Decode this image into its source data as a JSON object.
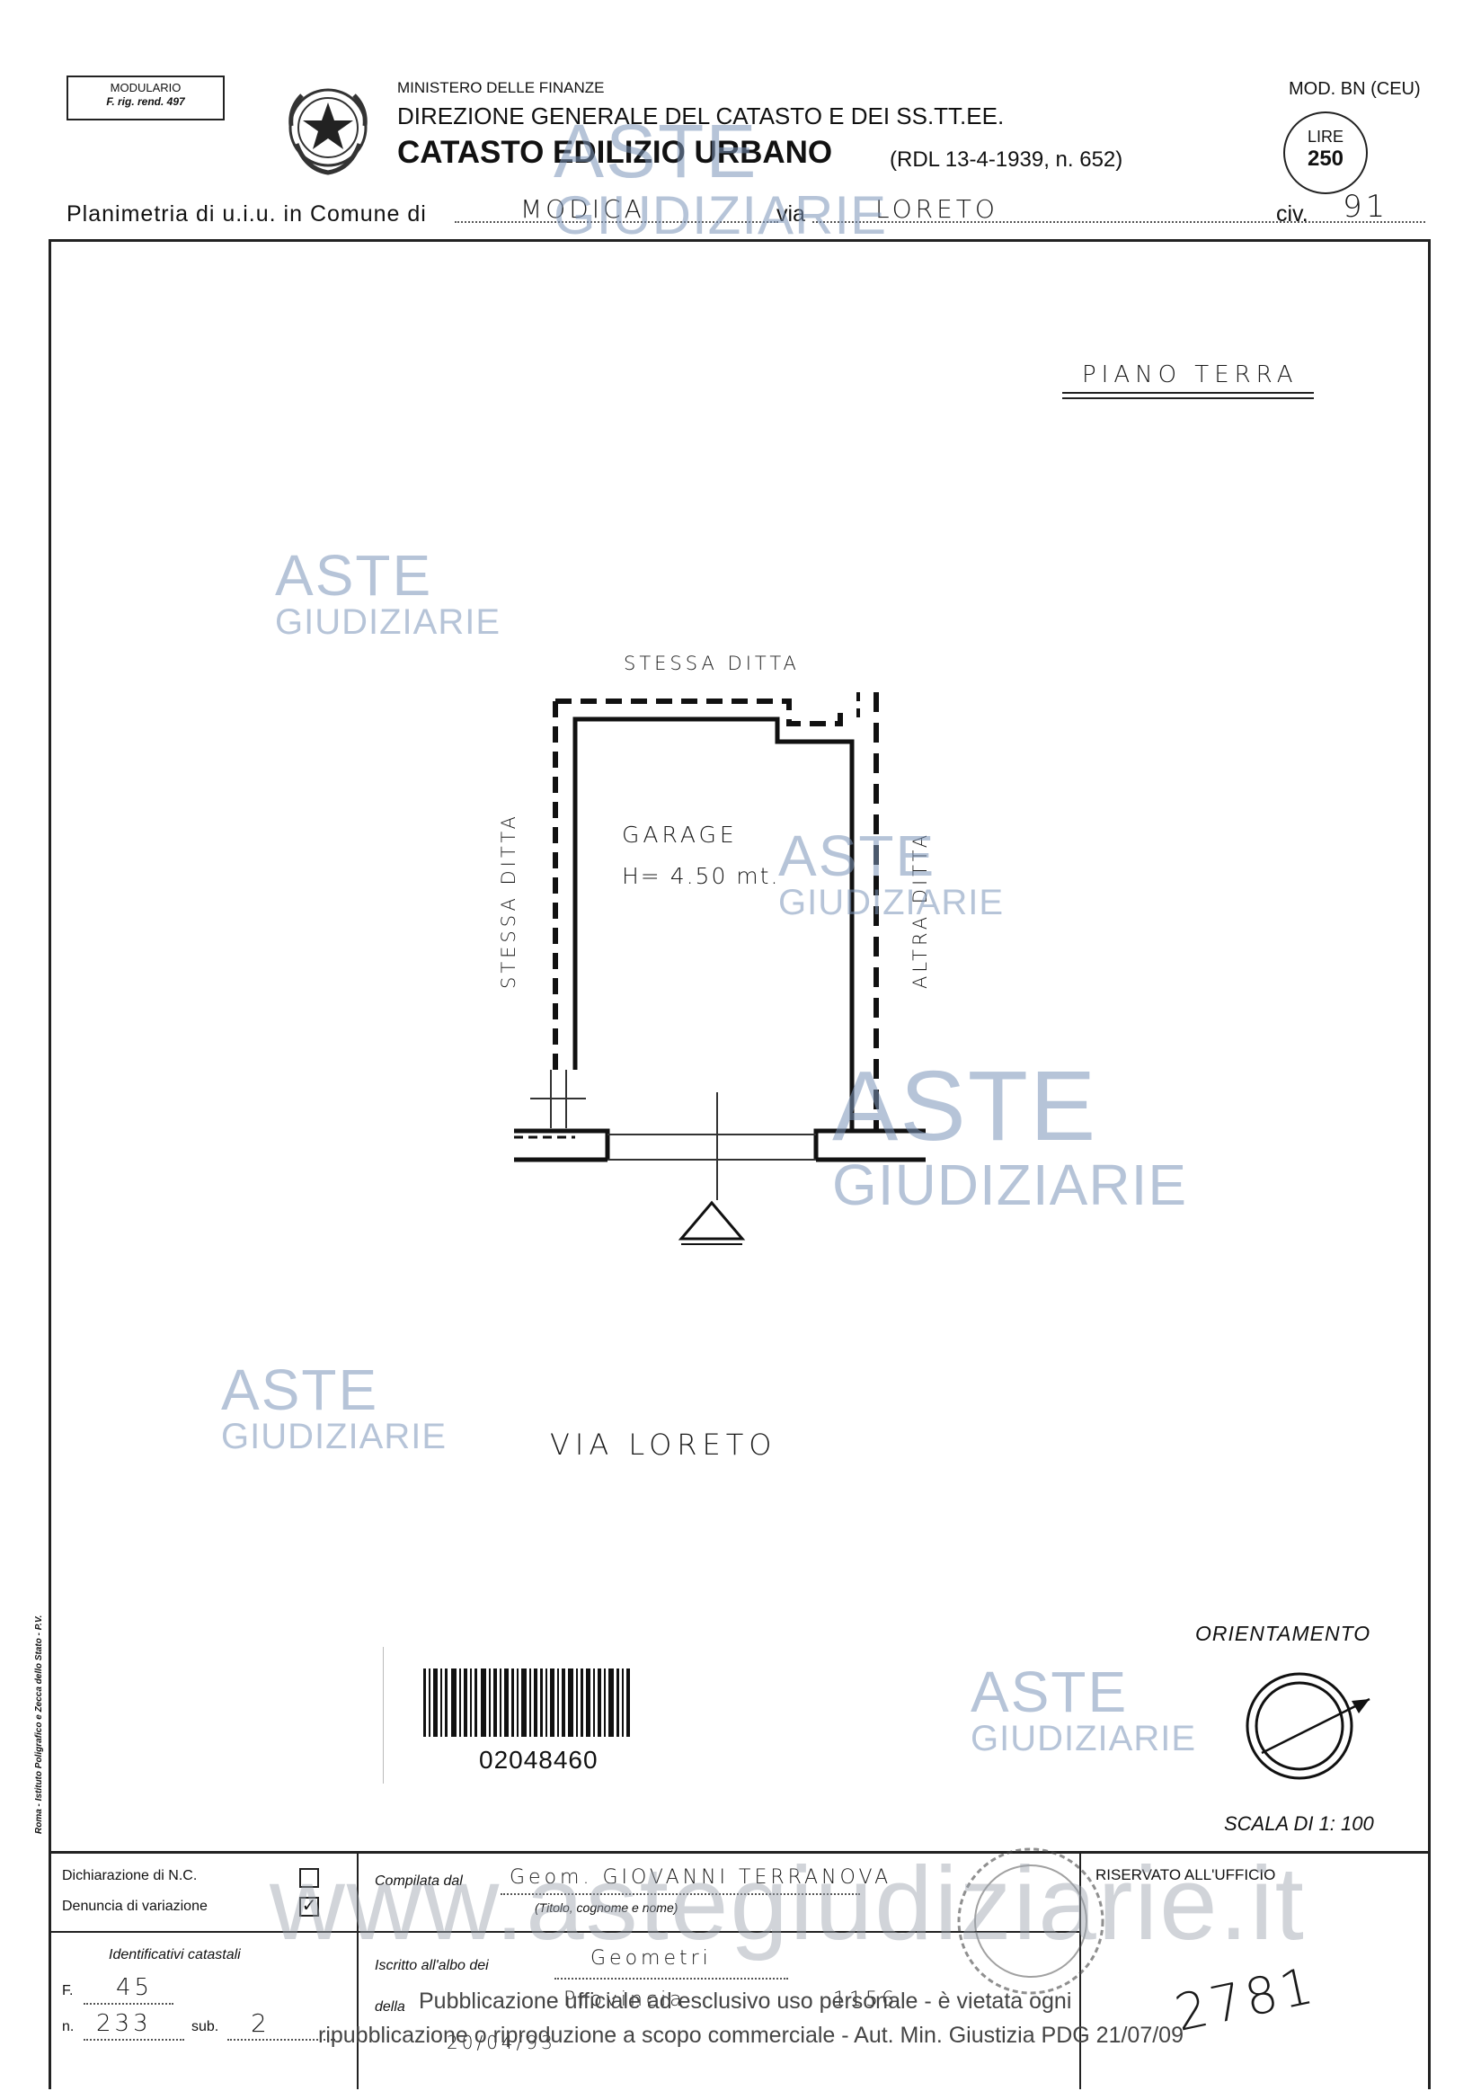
{
  "header": {
    "modulario_title": "MODULARIO",
    "modulario_sub": "F. rig. rend. 497",
    "ministry": "MINISTERO DELLE FINANZE",
    "direction": "DIREZIONE GENERALE DEL CATASTO E DEI SS.TT.EE.",
    "catasto": "CATASTO EDILIZIO URBANO",
    "law": "(RDL 13-4-1939, n. 652)",
    "mod": "MOD. BN (CEU)",
    "stamp_lire": "LIRE",
    "stamp_value": "250"
  },
  "planimetry": {
    "label_comune": "Planimetria di u.i.u. in Comune di",
    "comune": "MODICA",
    "label_via": "via",
    "via": "LORETO",
    "label_civ": "civ.",
    "civ": "91"
  },
  "plan": {
    "floor_label": "PIANO TERRA",
    "top_label": "STESSA DITTA",
    "left_label": "STESSA DITTA",
    "right_label": "ALTRA DITTA",
    "room_name": "GARAGE",
    "room_height": "H= 4.50 mt.",
    "street_label": "VIA LORETO",
    "orientation_label": "ORIENTAMENTO",
    "scale_label": "SCALA DI 1: 100",
    "barcode_number": "02048460"
  },
  "watermark": {
    "aste": "ASTE",
    "giudiziarie": "GIUDIZIARIE",
    "site": "www.astegiudiziarie.it"
  },
  "side_print": "Roma - Istituto Poligrafico e Zecca dello Stato - P.V.",
  "footer": {
    "dichiarazione": "Dichiarazione di N.C.",
    "denuncia": "Denuncia di variazione",
    "identificativi": "Identificativi catastali",
    "f_label": "F.",
    "f_value": "45",
    "n_label": "n.",
    "n_value": "233",
    "sub_label": "sub.",
    "sub_value": "2",
    "compilata_label": "Compilata dal",
    "compilata_value": "Geom. GIOVANNI TERRANOVA",
    "titolo_hint": "(Titolo, cognome e nome)",
    "iscritto_label": "Iscritto all'albo dei",
    "iscritto_value": "Geometri",
    "della_label": "della",
    "della_value": "Provincia",
    "della_number": "1156",
    "date_value": "20/04/93",
    "riservato": "RISERVATO ALL'UFFICIO",
    "stamp_number": "2781",
    "notice_line1": "Pubblicazione ufficiale ad esclusivo uso personale - è vietata ogni",
    "notice_line2": "ripubblicazione o riproduzione a scopo commerciale - Aut. Min. Giustizia PDG 21/07/09"
  }
}
